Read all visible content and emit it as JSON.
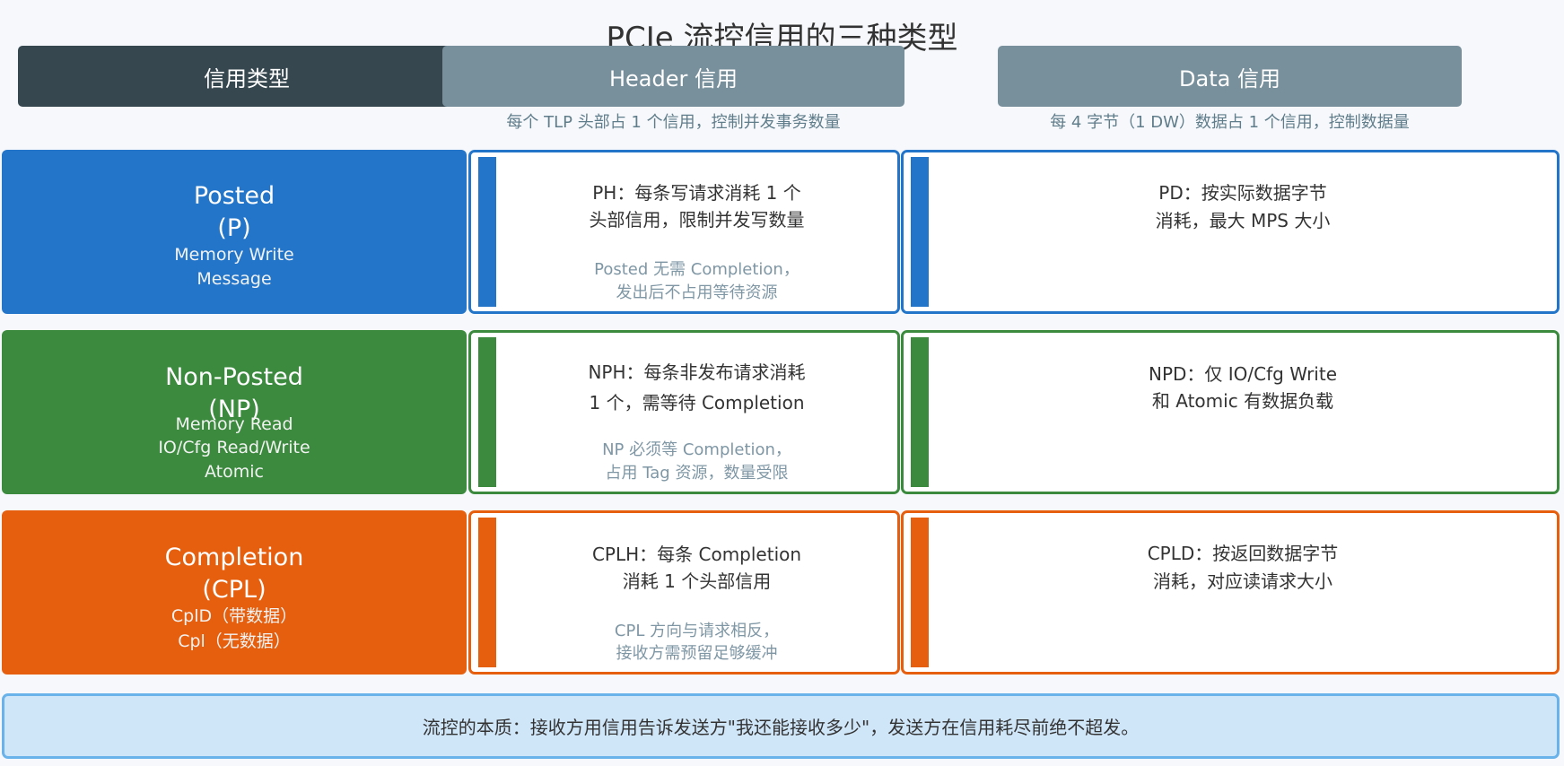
{
  "title": "PCIe 流控信用的三种类型",
  "columns": {
    "type_label": "信用类型",
    "header_label": "Header 信用",
    "header_sub": "每个 TLP 头部占 1 个信用，控制并发事务数量",
    "data_label": "Data 信用",
    "data_sub": "每 4 字节（1 DW）数据占 1 个信用，控制数据量"
  },
  "rows": [
    {
      "color": "#2375c9",
      "name_line1": "Posted",
      "name_line2": "(P)",
      "desc_lines": [
        "Memory Write",
        "Message"
      ],
      "header_main": [
        "PH：每条写请求消耗 1 个",
        "头部信用，限制并发写数量"
      ],
      "header_note": [
        "Posted 无需 Completion，",
        "发出后不占用等待资源"
      ],
      "data_main": [
        "PD：按实际数据字节",
        "消耗，最大 MPS 大小"
      ]
    },
    {
      "color": "#3b8a3e",
      "name_line1": "Non-Posted",
      "name_line2": "(NP)",
      "desc_lines": [
        "Memory Read",
        "IO/Cfg Read/Write",
        "Atomic"
      ],
      "header_main": [
        "NPH：每条非发布请求消耗",
        "1 个，需等待 Completion"
      ],
      "header_note": [
        "NP 必须等 Completion，",
        "占用 Tag 资源，数量受限"
      ],
      "data_main": [
        "NPD：仅 IO/Cfg Write",
        "和 Atomic 有数据负载"
      ]
    },
    {
      "color": "#e65f0e",
      "name_line1": "Completion",
      "name_line2": "(CPL)",
      "desc_lines": [
        "CplD（带数据）",
        "Cpl（无数据）"
      ],
      "header_main": [
        "CPLH：每条 Completion",
        "消耗 1 个头部信用"
      ],
      "header_note": [
        "CPL 方向与请求相反，",
        "接收方需预留足够缓冲"
      ],
      "data_main": [
        "CPLD：按返回数据字节",
        "消耗，对应读请求大小"
      ]
    }
  ],
  "footer": "流控的本质：接收方用信用告诉发送方\"我还能接收多少\"，发送方在信用耗尽前绝不超发。"
}
